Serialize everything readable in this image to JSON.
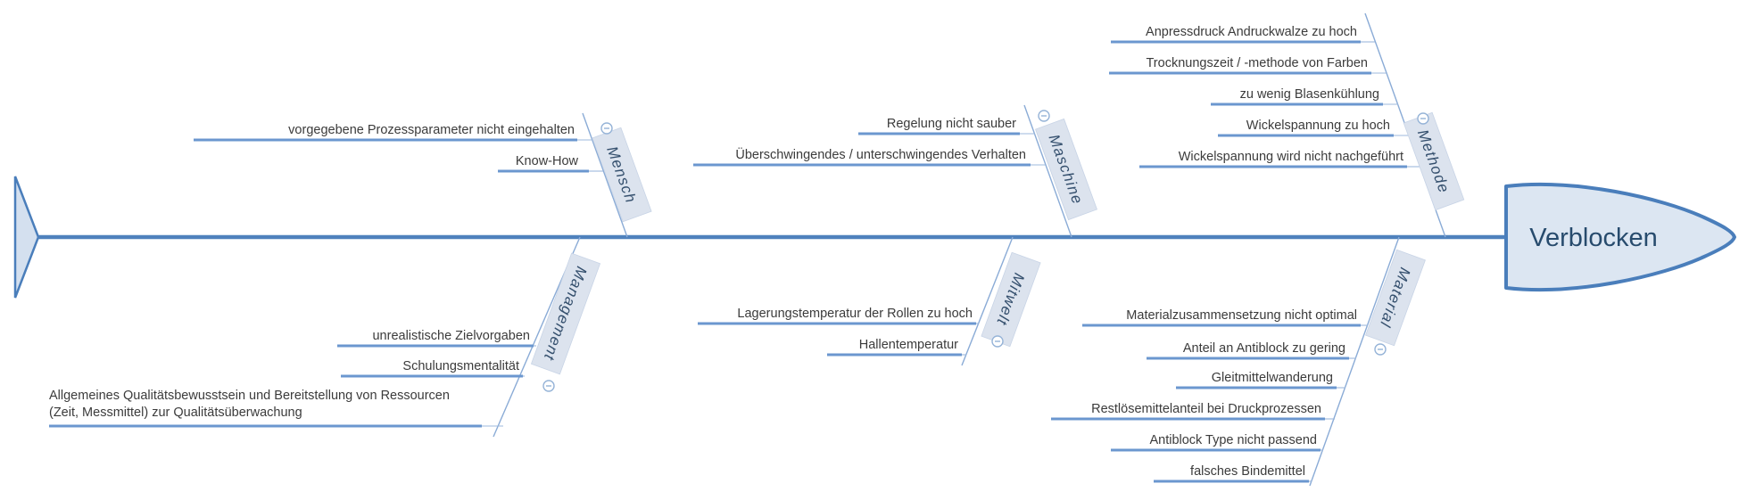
{
  "diagram": {
    "type": "fishbone",
    "effect": "Verblocken"
  },
  "branches": [
    {
      "label": "Mensch",
      "position": "top",
      "causes": [
        {
          "text": "vorgegebene Prozessparameter nicht eingehalten"
        },
        {
          "text": "Know-How"
        }
      ]
    },
    {
      "label": "Maschine",
      "position": "top",
      "causes": [
        {
          "text": "Regelung nicht sauber"
        },
        {
          "text": "Überschwingendes / unterschwingendes Verhalten"
        }
      ]
    },
    {
      "label": "Methode",
      "position": "top",
      "causes": [
        {
          "text": "Anpressdruck Andruckwalze zu hoch"
        },
        {
          "text": "Trocknungszeit / -methode von Farben"
        },
        {
          "text": "zu wenig Blasenkühlung"
        },
        {
          "text": "Wickelspannung zu hoch"
        },
        {
          "text": "Wickelspannung wird nicht nachgeführt"
        }
      ]
    },
    {
      "label": "Management",
      "position": "bottom",
      "causes": [
        {
          "text": "unrealistische Zielvorgaben"
        },
        {
          "text": "Schulungsmentalität"
        },
        {
          "text": "Allgemeines Qualitätsbewusstsein und Bereitstellung von Ressourcen (Zeit, Messmittel) zur Qualitätsüberwachung",
          "line1": "Allgemeines Qualitätsbewusstsein und Bereitstellung von Ressourcen",
          "line2": "(Zeit, Messmittel) zur Qualitätsüberwachung"
        }
      ]
    },
    {
      "label": "Mitwelt",
      "position": "bottom",
      "causes": [
        {
          "text": "Lagerungstemperatur der Rollen zu hoch"
        },
        {
          "text": "Hallentemperatur"
        }
      ]
    },
    {
      "label": "Material",
      "position": "bottom",
      "causes": [
        {
          "text": "Materialzusammensetzung nicht optimal"
        },
        {
          "text": "Anteil an Antiblock zu gering"
        },
        {
          "text": "Gleitmittelwanderung"
        },
        {
          "text": "Restlösemittelanteil bei Druckprozessen"
        },
        {
          "text": "Antiblock Type nicht passend"
        },
        {
          "text": "falsches Bindemittel"
        }
      ]
    }
  ],
  "colors": {
    "spine": "#4f81bd",
    "branch_line": "#8aabd6",
    "cause_line": "#6b97cf",
    "category_box_fill": "#dce3ee",
    "head_fill": "#dce6f2",
    "head_stroke": "#4a7ebb",
    "category_text": "#344f6d",
    "cause_text": "#3b3b3b",
    "effect_text": "#274b6d",
    "collapse_icon": "#95b3d7"
  }
}
